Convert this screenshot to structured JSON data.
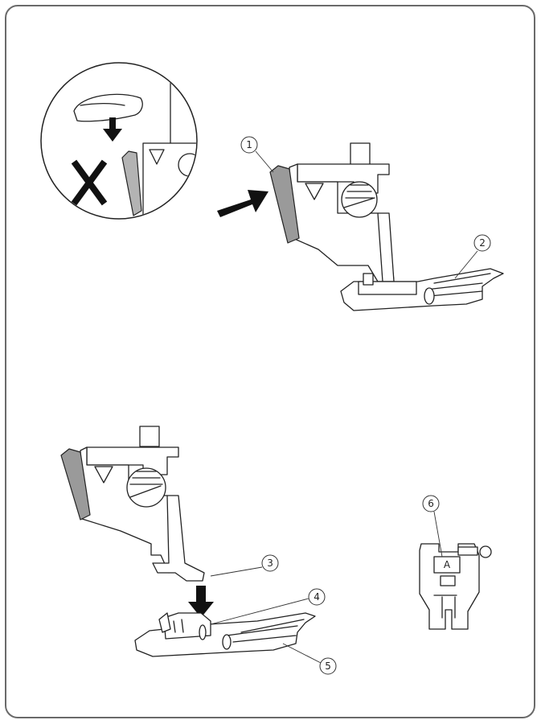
{
  "callouts": [
    {
      "label": "1"
    },
    {
      "label": "2"
    },
    {
      "label": "3"
    },
    {
      "label": "4"
    },
    {
      "label": "5"
    },
    {
      "label": "6"
    }
  ],
  "foot_letter": "A",
  "icons": [
    "finger-icon",
    "down-arrow-icon",
    "wrong-x-icon",
    "push-arrow-icon"
  ],
  "colors": {
    "line": "#222222",
    "lever": "#9a9a9a",
    "frame": "#6a6a6a"
  }
}
